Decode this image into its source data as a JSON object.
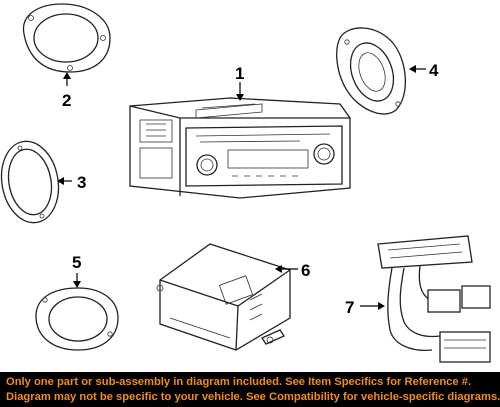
{
  "callouts": {
    "c1": "1",
    "c2": "2",
    "c3": "3",
    "c4": "4",
    "c5": "5",
    "c6": "6",
    "c7": "7"
  },
  "disclaimer": {
    "line1": "Only one part or sub-assembly in diagram included. See Item Specifics for Reference #.",
    "line2": "Diagram may not be specific to your vehicle. See Compatibility for vehicle-specific diagrams."
  },
  "colors": {
    "banner_background": "#000000",
    "banner_text": "#f28c1c"
  }
}
